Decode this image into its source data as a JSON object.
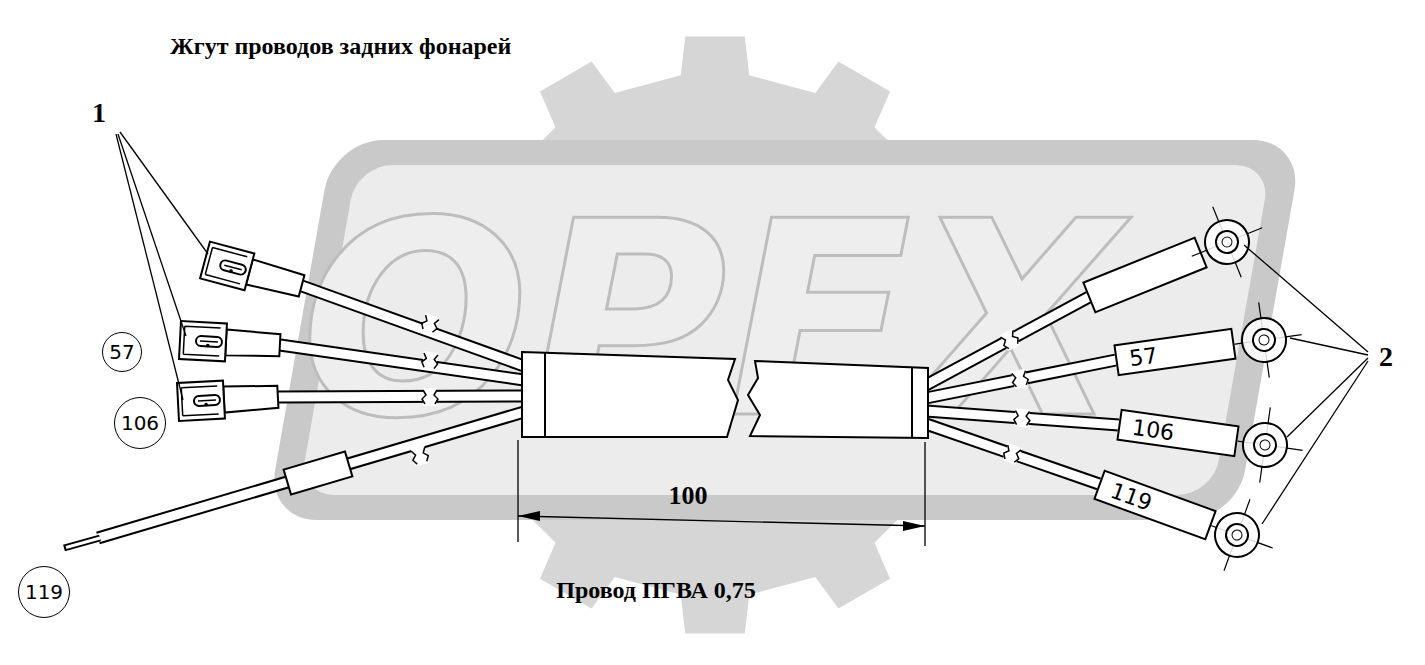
{
  "diagram": {
    "title": "Жгут проводов задних фонарей",
    "caption": "Провод ПГВА 0,75",
    "nodes": [
      {
        "text": [
          "57"
        ]
      },
      {
        "text": [
          "106"
        ]
      },
      {
        "text": [
          "119"
        ]
      },
      {
        "text": [
          "57"
        ]
      },
      {
        "text": [
          "106"
        ]
      },
      {
        "text": [
          "119"
        ]
      }
    ],
    "labels": [
      "1",
      "2",
      "OPEX",
      "100"
    ]
  }
}
